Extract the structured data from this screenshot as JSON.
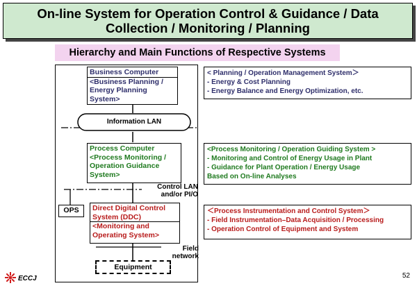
{
  "title": "On-line System for Operation Control & Guidance / Data\nCollection / Monitoring / Planning",
  "subtitle": "Hierarchy and Main Functions of Respective Systems",
  "business_computer": {
    "heading": "Business Computer",
    "detail": "<Business Planning /\nEnergy Planning\nSystem>"
  },
  "information_lan": "Information LAN",
  "process_computer": {
    "heading": "Process Computer",
    "detail": "<Process Monitoring /\nOperation Guidance\nSystem>"
  },
  "control_lan": "Control LAN\nand/or PI/O",
  "ops": "OPS",
  "ddc": {
    "heading": "Direct Digital Control\nSystem (DDC)",
    "detail": "<Monitoring and\nOperating System>"
  },
  "field_network": "Field\nnetwork",
  "equipment": "Equipment",
  "desc_planning": {
    "lines": [
      "< Planning / Operation Management System＞",
      "- Energy & Cost Planning",
      "- Energy Balance and Energy Optimization, etc."
    ]
  },
  "desc_monitoring": {
    "lines": [
      "<Process Monitoring / Operation Guiding System >",
      "- Monitoring and Control of Energy Usage in Plant",
      "- Guidance for Plant Operation / Energy Usage\n  Based on On-line Analyses"
    ]
  },
  "desc_control": {
    "lines": [
      "＜Process Instrumentation and Control System＞",
      "- Field Instrumentation–Data Acquisition / Processing",
      "- Operation Control of Equipment and System"
    ]
  },
  "page_number": "52",
  "logo_text": "ECCJ",
  "colors": {
    "navy": "#2f2f6b",
    "green": "#1f7a1f",
    "red": "#b81c1c",
    "title_bg": "#cfe9cf",
    "subtitle_bg": "#f3d3ef"
  }
}
